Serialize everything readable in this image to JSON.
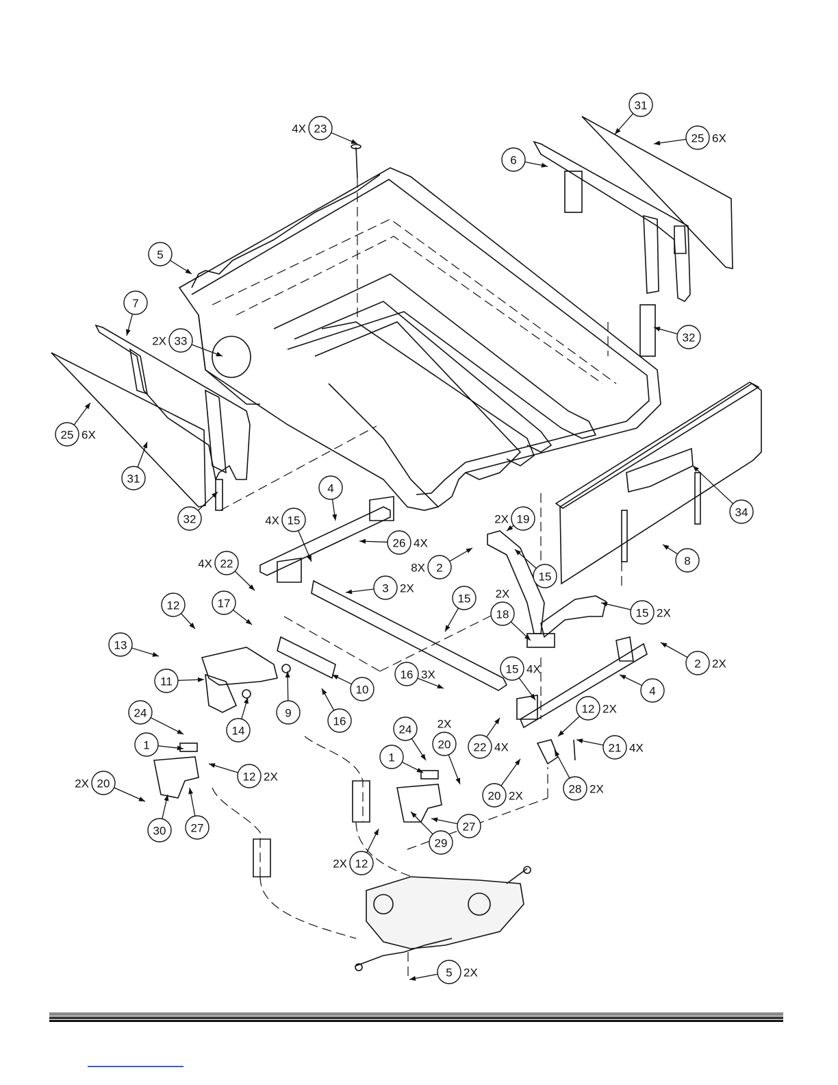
{
  "callouts": [
    {
      "label": "1",
      "qty": ""
    },
    {
      "label": "1",
      "qty": ""
    },
    {
      "label": "2",
      "qty": "8X"
    },
    {
      "label": "2",
      "qty": "2X"
    },
    {
      "label": "3",
      "qty": "2X"
    },
    {
      "label": "4",
      "qty": ""
    },
    {
      "label": "4",
      "qty": ""
    },
    {
      "label": "5",
      "qty": ""
    },
    {
      "label": "5",
      "qty": "2X"
    },
    {
      "label": "6",
      "qty": ""
    },
    {
      "label": "7",
      "qty": ""
    },
    {
      "label": "8",
      "qty": ""
    },
    {
      "label": "9",
      "qty": ""
    },
    {
      "label": "10",
      "qty": ""
    },
    {
      "label": "11",
      "qty": ""
    },
    {
      "label": "12",
      "qty": ""
    },
    {
      "label": "12",
      "qty": "2X"
    },
    {
      "label": "12",
      "qty": "2X"
    },
    {
      "label": "12",
      "qty": "2X"
    },
    {
      "label": "13",
      "qty": ""
    },
    {
      "label": "14",
      "qty": ""
    },
    {
      "label": "15",
      "qty": "4X"
    },
    {
      "label": "15",
      "qty": ""
    },
    {
      "label": "15",
      "qty": ""
    },
    {
      "label": "15",
      "qty": "2X"
    },
    {
      "label": "15",
      "qty": "4X"
    },
    {
      "label": "16",
      "qty": "3X"
    },
    {
      "label": "16",
      "qty": ""
    },
    {
      "label": "17",
      "qty": ""
    },
    {
      "label": "18",
      "qty": "2X"
    },
    {
      "label": "19",
      "qty": "2X"
    },
    {
      "label": "20",
      "qty": "2X"
    },
    {
      "label": "20",
      "qty": "2X"
    },
    {
      "label": "20",
      "qty": "2X"
    },
    {
      "label": "21",
      "qty": "4X"
    },
    {
      "label": "22",
      "qty": "4X"
    },
    {
      "label": "22",
      "qty": "4X"
    },
    {
      "label": "23",
      "qty": "4X"
    },
    {
      "label": "24",
      "qty": ""
    },
    {
      "label": "24",
      "qty": ""
    },
    {
      "label": "25",
      "qty": "6X"
    },
    {
      "label": "25",
      "qty": "6X"
    },
    {
      "label": "26",
      "qty": "4X"
    },
    {
      "label": "27",
      "qty": ""
    },
    {
      "label": "27",
      "qty": ""
    },
    {
      "label": "28",
      "qty": "2X"
    },
    {
      "label": "29",
      "qty": ""
    },
    {
      "label": "30",
      "qty": ""
    },
    {
      "label": "31",
      "qty": ""
    },
    {
      "label": "31",
      "qty": ""
    },
    {
      "label": "32",
      "qty": ""
    },
    {
      "label": "32",
      "qty": ""
    },
    {
      "label": "33",
      "qty": "2X"
    },
    {
      "label": "34",
      "qty": ""
    },
    {
      "label": "",
      "qty": "2X"
    }
  ]
}
